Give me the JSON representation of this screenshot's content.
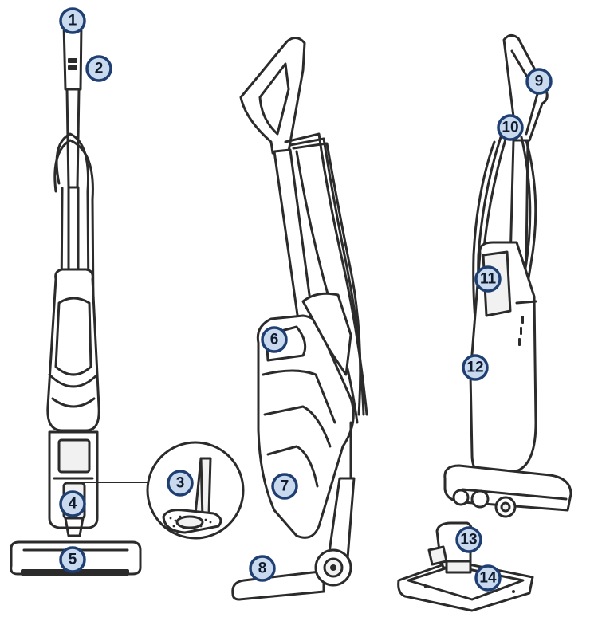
{
  "callouts": [
    {
      "label": "1"
    },
    {
      "label": "2"
    },
    {
      "label": "3"
    },
    {
      "label": "4"
    },
    {
      "label": "5"
    },
    {
      "label": "6"
    },
    {
      "label": "7"
    },
    {
      "label": "8"
    },
    {
      "label": "9"
    },
    {
      "label": "10"
    },
    {
      "label": "11"
    },
    {
      "label": "12"
    },
    {
      "label": "13"
    },
    {
      "label": "14"
    }
  ],
  "colors": {
    "callout_fill": "#c9d9ee",
    "callout_stroke": "#1f3f73",
    "line_art": "#2b2b2b"
  }
}
